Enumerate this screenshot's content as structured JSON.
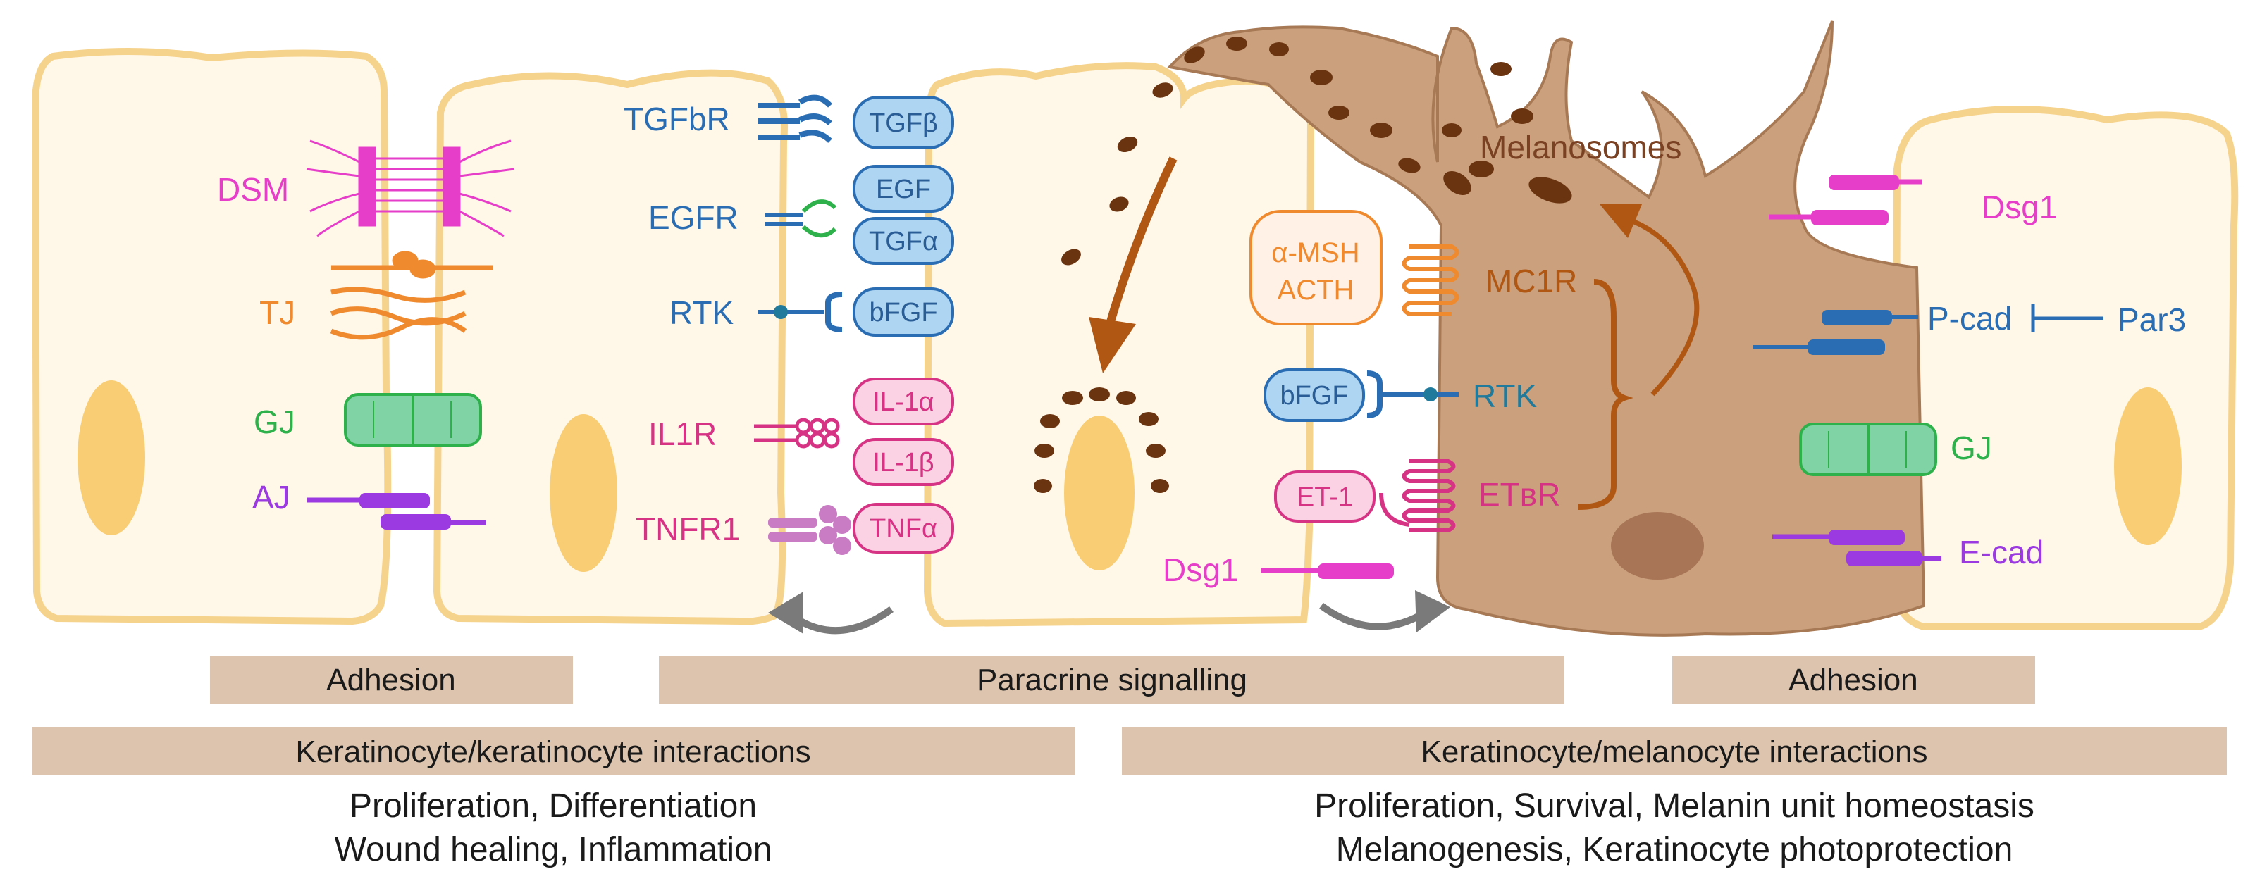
{
  "labels": {
    "dsm": "DSM",
    "tj": "TJ",
    "gj_left": "GJ",
    "aj": "AJ",
    "tgfbr": "TGFbR",
    "egfr": "EGFR",
    "rtk_left": "RTK",
    "il1r": "IL1R",
    "tnfr1": "TNFR1",
    "tgfb": "TGFβ",
    "egf": "EGF",
    "tgfa": "TGFα",
    "bfgf_left": "bFGF",
    "il1a": "IL-1α",
    "il1b": "IL-1β",
    "tnfa": "TNFα",
    "melanosomes": "Melanosomes",
    "amsh": "α-MSH",
    "acth": "ACTH",
    "mc1r": "MC1R",
    "bfgf_right": "bFGF",
    "rtk_right": "RTK",
    "et1": "ET-1",
    "etbr": "ETʙR",
    "dsg1_mid": "Dsg1",
    "dsg1_right": "Dsg1",
    "pcad": "P-cad",
    "par3": "Par3",
    "gj_right": "GJ",
    "ecad": "E-cad"
  },
  "boxes": {
    "adhesion_left": "Adhesion",
    "paracrine": "Paracrine signalling",
    "adhesion_right": "Adhesion",
    "kk": "Keratinocyte/keratinocyte interactions",
    "km": "Keratinocyte/melanocyte interactions"
  },
  "summaries": {
    "kk_line1": "Proliferation, Differentiation",
    "kk_line2": "Wound healing, Inflammation",
    "km_line1": "Proliferation, Survival, Melanin unit homeostasis",
    "km_line2": "Melanogenesis, Keratinocyte photoprotection"
  },
  "colors": {
    "cell_fill": "#fff8e9",
    "cell_border": "#f6d38d",
    "nucleus": "#f8cd74",
    "melanocyte": "#caa07d",
    "melanocyte_border": "#a77a55",
    "melanosome": "#6b3410",
    "arrow_brown": "#b05714",
    "box_fill": "#dcc4ae",
    "magenta": "#e63ec8",
    "orange": "#f08a2f",
    "green": "#2eb14b",
    "purple": "#9b3ae0",
    "blue": "#2a6db3",
    "pink": "#e0418f",
    "teal": "#1f7a9c"
  }
}
